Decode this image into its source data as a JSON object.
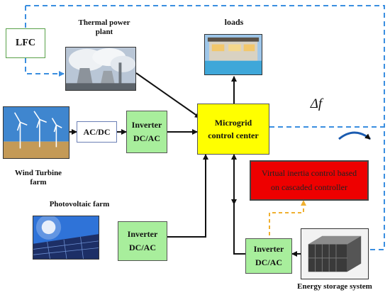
{
  "lfc": {
    "label": "LFC"
  },
  "thermal": {
    "label_line1": "Thermal power",
    "label_line2": "plant"
  },
  "loads": {
    "label": "loads"
  },
  "wind": {
    "label_line1": "Wind Turbine",
    "label_line2": "farm"
  },
  "acdc": {
    "label": "AC/DC"
  },
  "inverter_wind": {
    "line1": "Inverter",
    "line2": "DC/AC"
  },
  "control_center": {
    "line1": "Microgrid",
    "line2": "control center"
  },
  "delta_f": {
    "symbol": "Δf"
  },
  "virtual_inertia": {
    "line1": "Virtual inertia control based",
    "line2": "on cascaded controller"
  },
  "pv": {
    "label": "Photovoltaic farm"
  },
  "inverter_pv": {
    "line1": "Inverter",
    "line2": "DC/AC"
  },
  "inverter_storage": {
    "line1": "Inverter",
    "line2": "DC/AC"
  },
  "storage": {
    "label": "Energy storage system"
  },
  "colors": {
    "inverter_fill": "#a8ee9c",
    "control_fill": "#ffff00",
    "virtual_fill": "#ee0000",
    "dashed_blue": "#3a8ee0",
    "dashed_orange": "#f0b030"
  }
}
